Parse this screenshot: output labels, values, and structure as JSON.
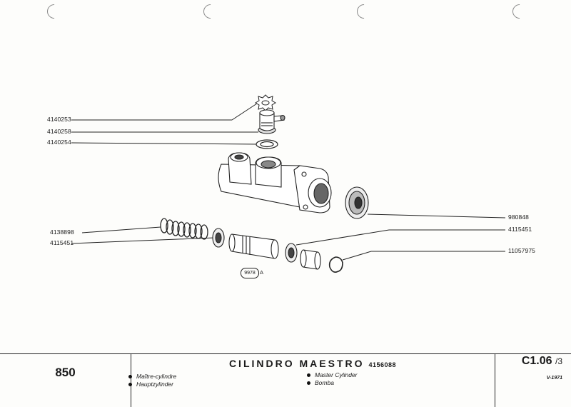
{
  "callouts": {
    "c1": "4140253",
    "c2": "4140258",
    "c3": "4140254",
    "c4": "4138898",
    "c5": "4115451",
    "c6": "980848",
    "c7": "4115451",
    "c8": "11057975"
  },
  "diagram_note": {
    "code": "9978",
    "suffix": "A"
  },
  "footer": {
    "model": "850",
    "title": "CILINDRO MAESTRO",
    "title_code": "4156088",
    "lang_fr": "Maître-cylindre",
    "lang_de": "Hauptzylinder",
    "lang_en": "Master Cylinder",
    "lang_es": "Bomba",
    "ref_main": "C1.06",
    "ref_sub": "/3",
    "date": "V-1971"
  }
}
